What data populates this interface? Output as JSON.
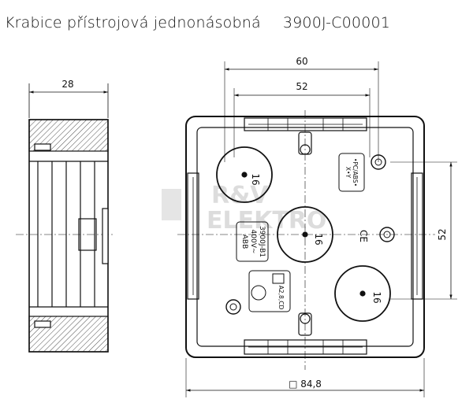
{
  "title": {
    "product_name": "Krabice přístrojová jednonásobná",
    "product_code": "3900J-C00001"
  },
  "dimensions": {
    "side_depth": "28",
    "outer_hole_spacing": "60",
    "inner_hole_spacing": "52",
    "vertical_hole_spacing": "52",
    "square_size": "□ 84,8"
  },
  "markings": {
    "knockout_size": "16",
    "material": "•PC/ABS•",
    "material_sub": "X•Y",
    "model_line1": "3900J-B1",
    "model_line2": "400V~",
    "model_line3": "ABB",
    "approval": "A2,8,CD",
    "ce": "CE"
  },
  "watermark": {
    "line1": "R&V",
    "line2": "ELEKTRO"
  }
}
